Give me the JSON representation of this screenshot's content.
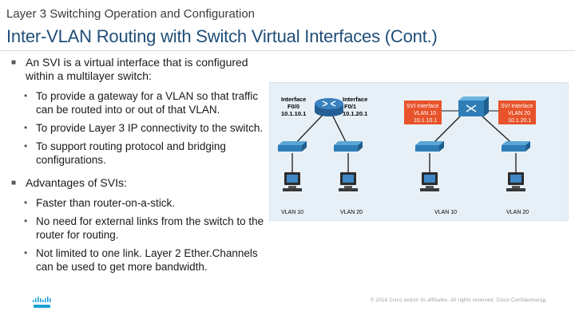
{
  "header": {
    "subtitle": "Layer 3 Switching Operation and Configuration",
    "title": "Inter-VLAN Routing with Switch Virtual Interfaces (Cont.)"
  },
  "bullets": [
    {
      "text": "An SVI is a virtual interface that is configured within a multilayer switch:",
      "subs": [
        "To provide a gateway for a VLAN so that traffic can be routed into or out of that VLAN.",
        "To provide Layer 3 IP connectivity to the switch.",
        "To support routing protocol and bridging configurations."
      ]
    },
    {
      "text": "Advantages of SVIs:",
      "subs": [
        "Faster than router-on-a-stick.",
        "No need for external links from the switch to the router for routing.",
        "Not limited to one link. Layer 2 Ether.Channels can be used to get more bandwidth."
      ]
    }
  ],
  "diagram": {
    "left": {
      "if1_title": "Interface",
      "if1_name": "F0/0",
      "if1_ip": "10.1.10.1",
      "if2_title": "Interface",
      "if2_name": "F0/1",
      "if2_ip": "10.1.20.1",
      "vlan_a": "VLAN 10",
      "vlan_b": "VLAN 20"
    },
    "right": {
      "svi1_title": "SVI Interface",
      "svi1_vlan": "VLAN 10",
      "svi1_ip": "10.1.10.1",
      "svi2_title": "SVI Interface",
      "svi2_vlan": "VLAN 20",
      "svi2_ip": "10.1.20.1",
      "vlan_a": "VLAN 10",
      "vlan_b": "VLAN 20"
    },
    "colors": {
      "router": "#2e6da4",
      "switch": "#3b8ec4",
      "svi_box": "#e8532b",
      "link": "#1a1a1a"
    }
  },
  "footer": {
    "copyright": "© 2016 Cisco and/or its affiliates. All rights reserved. Cisco Confidential",
    "page": "58",
    "logo_icon": "cisco-logo-icon"
  }
}
